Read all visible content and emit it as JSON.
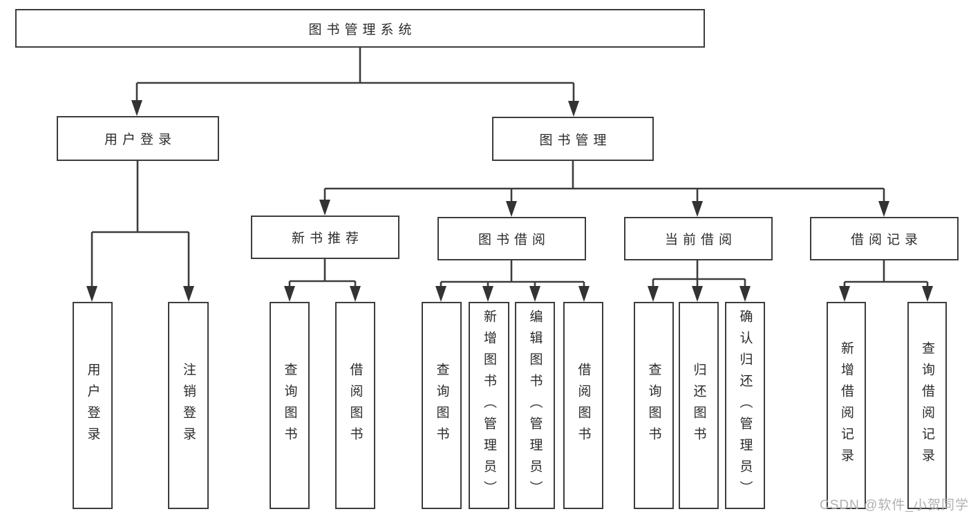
{
  "colors": {
    "line": "#3c3c3c",
    "box_border": "#3c3c3c",
    "box_background": "#ffffff",
    "text": "#2b2b2b",
    "watermark": "#b0b0b0"
  },
  "watermark": {
    "text": "CSDN @软件_小贺同学"
  },
  "tree": {
    "root": {
      "label": "图书管理系统"
    },
    "level2": [
      {
        "label": "用户登录"
      },
      {
        "label": "图书管理"
      }
    ],
    "level3": [
      {
        "label": "新书推荐"
      },
      {
        "label": "图书借阅"
      },
      {
        "label": "当前借阅"
      },
      {
        "label": "借阅记录"
      }
    ],
    "leaves": {
      "user_login": [
        {
          "label": "用户登录"
        },
        {
          "label": "注销登录"
        }
      ],
      "new_book": [
        {
          "label": "查询图书"
        },
        {
          "label": "借阅图书"
        }
      ],
      "book_borrow": [
        {
          "label": "查询图书"
        },
        {
          "label": "新增图书（管理员）"
        },
        {
          "label": "编辑图书（管理员）"
        },
        {
          "label": "借阅图书"
        }
      ],
      "current_borrow": [
        {
          "label": "查询图书"
        },
        {
          "label": "归还图书"
        },
        {
          "label": "确认归还（管理员）"
        }
      ],
      "borrow_records": [
        {
          "label": "新增借阅记录"
        },
        {
          "label": "查询借阅记录"
        }
      ]
    }
  }
}
